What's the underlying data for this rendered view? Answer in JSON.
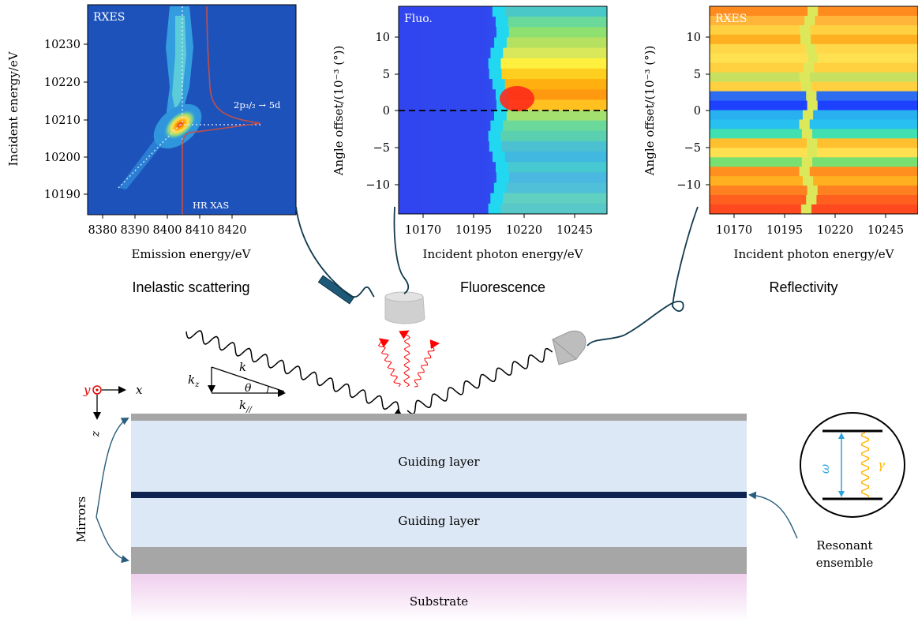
{
  "panels": {
    "rxes_map": {
      "tag": "RXES",
      "xlabel": "Emission energy/eV",
      "ylabel": "Incident energy/eV",
      "xticks": [
        "8380",
        "8390",
        "8400",
        "8410",
        "8420"
      ],
      "yticks": [
        "10190",
        "10200",
        "10210",
        "10220",
        "10230"
      ],
      "annotation_transition": "2p₃/₂ → 5d",
      "annotation_cut": "HR XAS",
      "caption": "Inelastic scattering"
    },
    "fluo_map": {
      "tag": "Fluo.",
      "xlabel": "Incident photon energy/eV",
      "ylabel": "Angle offset/(10⁻³ (°))",
      "xticks": [
        "10170",
        "10195",
        "10220",
        "10245"
      ],
      "yticks": [
        "10",
        "5",
        "0",
        "−5",
        "−10"
      ],
      "caption": "Fluorescence"
    },
    "refl_map": {
      "tag": "RXES",
      "xlabel": "Incident photon energy/eV",
      "ylabel": "Angle offset/(10⁻³ (°))",
      "xticks": [
        "10170",
        "10195",
        "10220",
        "10245"
      ],
      "yticks": [
        "10",
        "5",
        "0",
        "−5",
        "−10"
      ],
      "caption": "Reflectivity"
    }
  },
  "geometry_labels": {
    "k": "k",
    "kz": "k",
    "kz_sub": "z",
    "kpar": "k",
    "kpar_sub": "//",
    "theta": "θ",
    "axis_x": "x",
    "axis_y": "y",
    "axis_z": "z"
  },
  "layers": {
    "guiding_top": "Guiding layer",
    "guiding_bottom": "Guiding layer",
    "substrate": "Substrate",
    "mirrors": "Mirrors",
    "resonant_line1": "Resonant",
    "resonant_line2": "ensemble"
  },
  "level_scheme": {
    "omega": "ω",
    "gamma": "γ"
  },
  "colors": {
    "guiding": "#dce8f5",
    "mirror_gray": "#a6a6a6",
    "resonant_line": "#0d2450",
    "substrate_top": "#f0cfee",
    "cable": "#123a4f",
    "photon_red": "#ff0000",
    "omega_arrow": "#2aa2dd",
    "gamma_wave": "#ffb800"
  }
}
